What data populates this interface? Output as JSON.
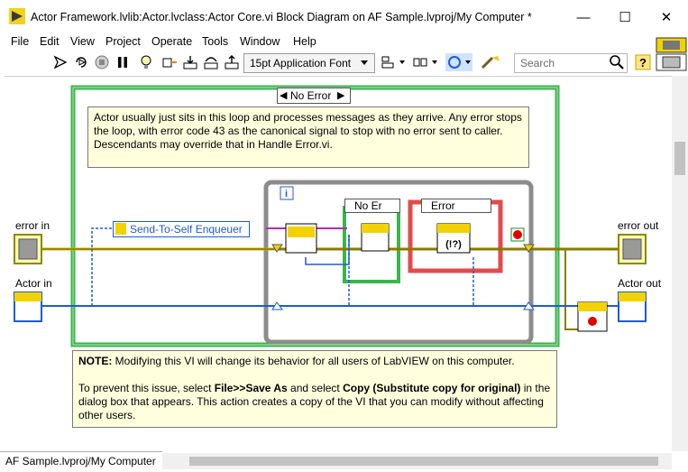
{
  "window": {
    "title": "Actor Framework.lvlib:Actor.lvclass:Actor Core.vi Block Diagram on AF Sample.lvproj/My Computer *",
    "controls": {
      "minimize": "—",
      "maximize": "☐",
      "close": "✕"
    }
  },
  "menu": [
    "File",
    "Edit",
    "View",
    "Project",
    "Operate",
    "Tools",
    "Window",
    "Help"
  ],
  "toolbar": {
    "font": "15pt Application Font",
    "search_placeholder": "Search",
    "icons": [
      "run-arrow-icon",
      "run-continuously-icon",
      "abort-icon",
      "pause-icon",
      "highlight-execution-icon",
      "retain-wire-values-icon",
      "step-into-icon",
      "step-over-icon",
      "step-out-icon",
      "align-objects-icon",
      "distribute-objects-icon",
      "reorder-icon",
      "cleanup-diagram-icon",
      "search-icon",
      "help-icon"
    ]
  },
  "diagram": {
    "case_selector": "No Error",
    "top_comment": "Actor usually just sits in this loop and processes messages as they arrive. Any error stops the loop, with error code 43 as the canonical signal to stop with no error sent to caller. Descendants  may override that in Handle Error.vi.",
    "inner_case_1": "No Er",
    "inner_case_2": "Error",
    "iteration_terminal": "i",
    "enqueuer_label": "Send-To-Self Enqueuer",
    "labels": {
      "error_in": "error in",
      "actor_in": "Actor in",
      "error_out": "error out",
      "actor_out": "Actor out"
    },
    "note": {
      "line1_bold": "NOTE:",
      "line1_rest": " Modifying this VI will change its behavior for all users of LabVIEW on this computer.",
      "p2_a": "To prevent this issue, select ",
      "p2_b": "File>>Save As",
      "p2_c": " and select ",
      "p2_d": "Copy (Substitute copy for original)",
      "p2_e": " in the dialog box that appears. This action creates a copy of the VI that you can modify without affecting other users."
    }
  },
  "status_bar": "AF Sample.lvproj/My Computer",
  "colors": {
    "structure_green": "#39b54a",
    "structure_gray": "#8c8c8c",
    "error_red": "#e34b4b",
    "wire_blue": "#1e5bd6",
    "wire_error": "#c8b400",
    "note_bg": "#ffffdd"
  }
}
